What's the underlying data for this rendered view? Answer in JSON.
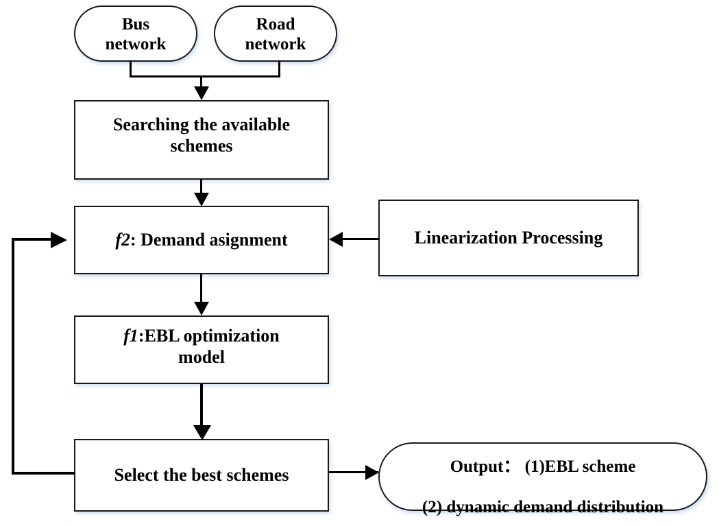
{
  "diagram": {
    "title": "EBL optimization flowchart",
    "background_color": "#ffffff",
    "line_color": "#000000",
    "text_color": "#000000",
    "shadow_color": "#8cafd7"
  },
  "nodes": {
    "bus_network": {
      "label": "Bus\nnetwork",
      "shape": "stadium"
    },
    "road_network": {
      "label": "Road\nnetwork",
      "shape": "stadium"
    },
    "searching": {
      "label": "Searching the available\nschemes",
      "shape": "rectangle"
    },
    "demand_assignment": {
      "prefix": "f2",
      "label": ": Demand asignment",
      "shape": "rectangle"
    },
    "ebl_model": {
      "prefix": "f1",
      "label": ":EBL optimization\nmodel",
      "shape": "rectangle"
    },
    "select_best": {
      "label": "Select the best schemes",
      "shape": "rectangle"
    },
    "linearization": {
      "label": "Linearization Processing",
      "shape": "rectangle"
    },
    "output": {
      "line1": "Output： (1)EBL scheme",
      "line2": "(2) dynamic demand distribution",
      "shape": "stadium"
    }
  },
  "edges": [
    {
      "name": "bus-to-junction",
      "from": "bus_network",
      "to": "searching"
    },
    {
      "name": "road-to-junction",
      "from": "road_network",
      "to": "searching"
    },
    {
      "name": "searching-to-demand",
      "from": "searching",
      "to": "demand_assignment"
    },
    {
      "name": "demand-to-ebl",
      "from": "demand_assignment",
      "to": "ebl_model"
    },
    {
      "name": "ebl-to-select",
      "from": "ebl_model",
      "to": "select_best"
    },
    {
      "name": "select-to-output",
      "from": "select_best",
      "to": "output"
    },
    {
      "name": "linearization-to-demand",
      "from": "linearization",
      "to": "demand_assignment"
    },
    {
      "name": "select-feedback-to-demand",
      "from": "select_best",
      "to": "demand_assignment"
    }
  ]
}
